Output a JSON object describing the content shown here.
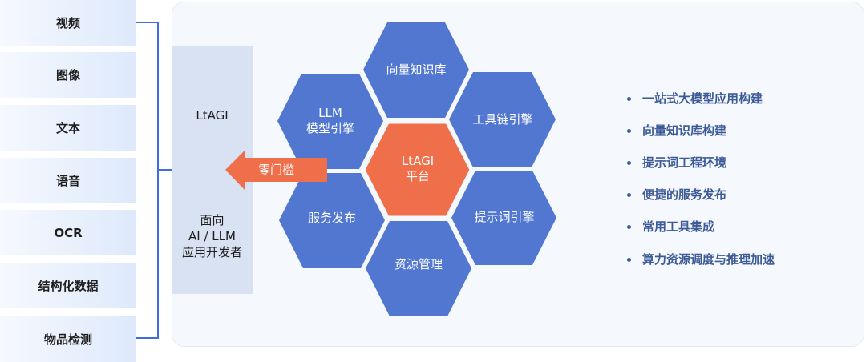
{
  "sources": [
    "视频",
    "图像",
    "文本",
    "语音",
    "OCR",
    "结构化数据",
    "物品检测"
  ],
  "developer_box": {
    "top": "LtAGI",
    "bottom_line1": "面向",
    "bottom_line2": "AI / LLM",
    "bottom_line3": "应用开发者"
  },
  "arrow_label": "零门槛",
  "hexagons": {
    "center": {
      "line1": "LtAGI",
      "line2": "平台"
    },
    "top": "向量知识库",
    "upper_left": {
      "line1": "LLM",
      "line2": "模型引擎"
    },
    "upper_right": "工具链引擎",
    "lower_left": "服务发布",
    "lower_right": "提示词引擎",
    "bottom": "资源管理"
  },
  "features": [
    "一站式大模型应用构建",
    "向量知识库构建",
    "提示词工程环境",
    "便捷的服务发布",
    "常用工具集成",
    "算力资源调度与推理加速"
  ],
  "colors": {
    "hex_blue": "#5177d0",
    "hex_orange": "#f06f4b",
    "accent": "#3d6fe0"
  }
}
